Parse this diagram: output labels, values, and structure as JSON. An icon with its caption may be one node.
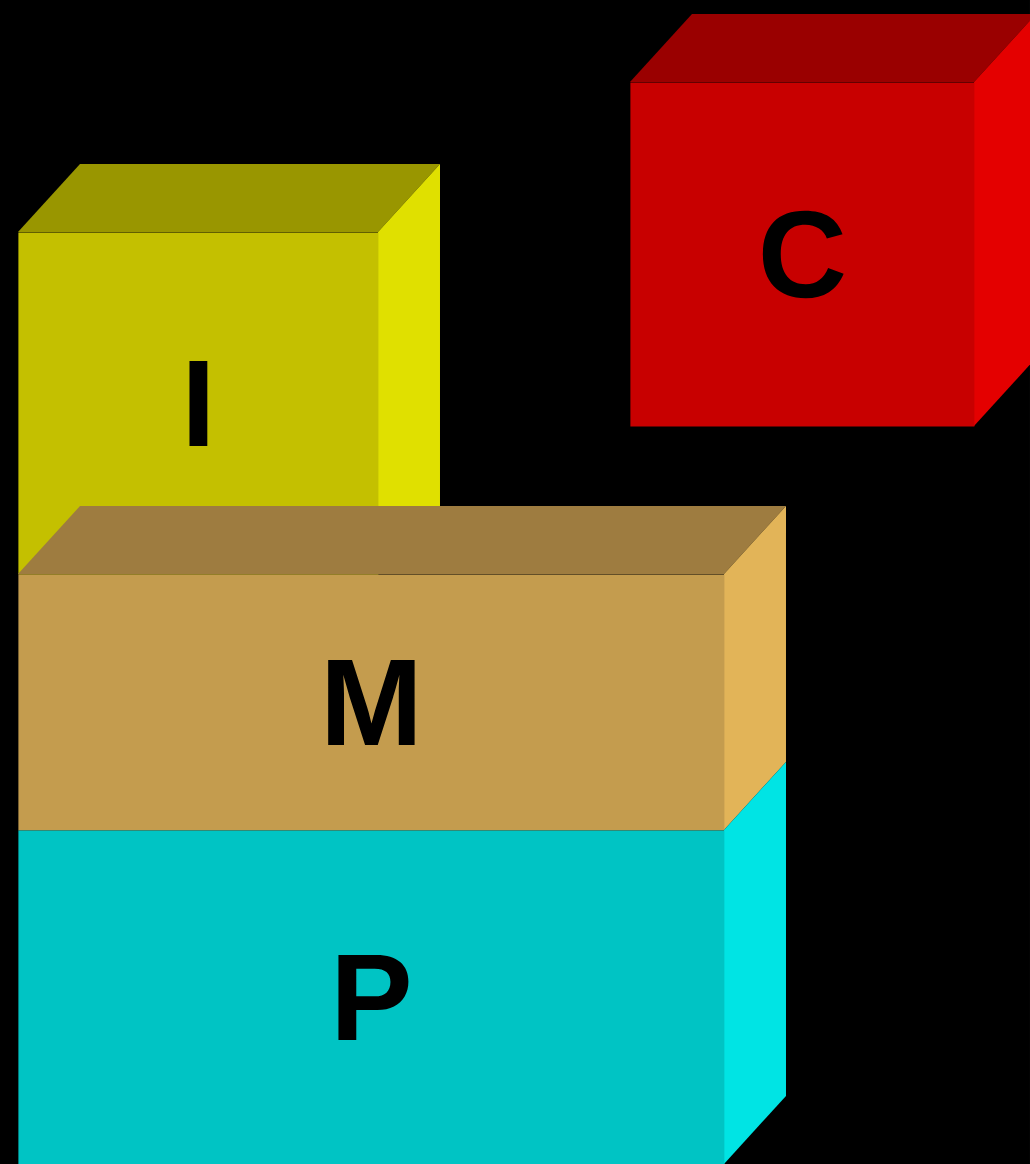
{
  "diagram": {
    "nodes": [
      {
        "text": [
          "C"
        ]
      },
      {
        "text": [
          "I"
        ]
      },
      {
        "text": [
          "M"
        ]
      },
      {
        "text": [
          "P"
        ]
      }
    ]
  }
}
